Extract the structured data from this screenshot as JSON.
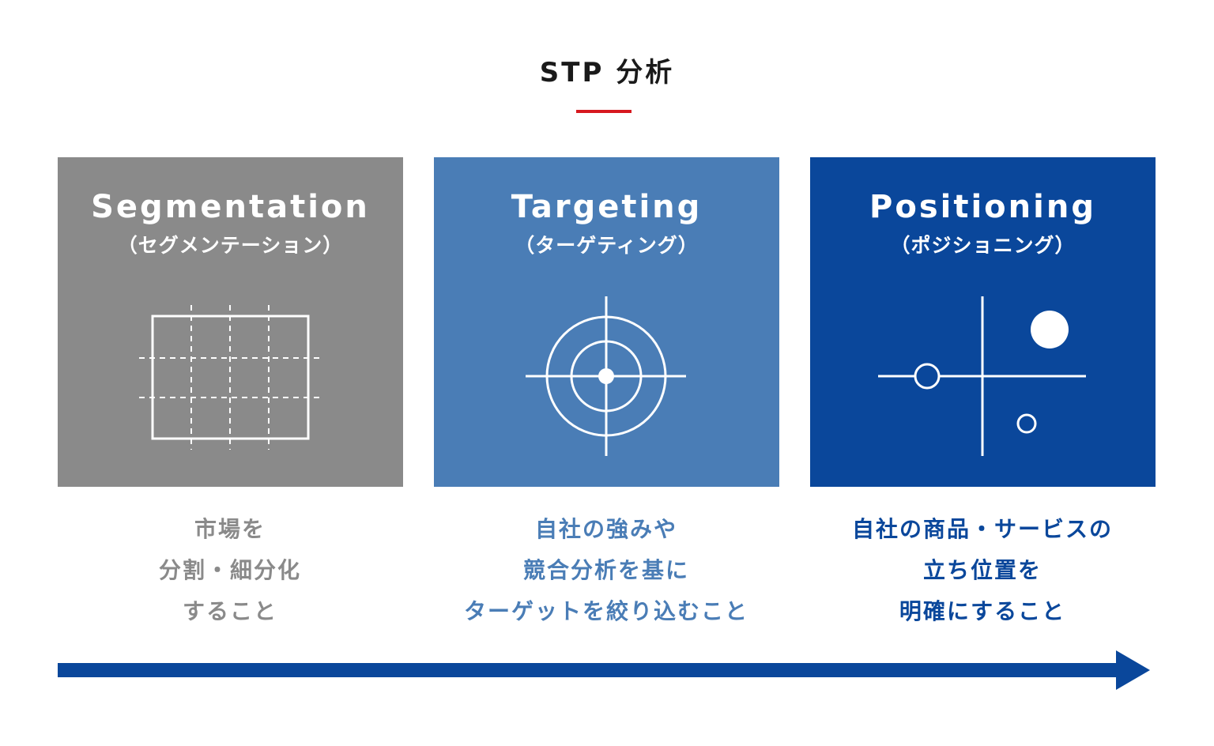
{
  "title": "STP 分析",
  "colors": {
    "accent_red": "#d7191f",
    "segmentation_gray": "#8a8a8a",
    "targeting_blue": "#4a7db6",
    "positioning_navy": "#0a479b"
  },
  "cards": [
    {
      "key": "segmentation",
      "heading": "Segmentation",
      "subheading": "（セグメンテーション）",
      "icon": "grid-icon",
      "description": [
        "市場を",
        "分割・細分化",
        "すること"
      ]
    },
    {
      "key": "targeting",
      "heading": "Targeting",
      "subheading": "（ターゲティング）",
      "icon": "target-icon",
      "description": [
        "自社の強みや",
        "競合分析を基に",
        "ターゲットを絞り込むこと"
      ]
    },
    {
      "key": "positioning",
      "heading": "Positioning",
      "subheading": "（ポジショニング）",
      "icon": "positioning-map-icon",
      "description": [
        "自社の商品・サービスの",
        "立ち位置を",
        "明確にすること"
      ]
    }
  ],
  "flow_arrow_icon": "right-arrow-icon"
}
